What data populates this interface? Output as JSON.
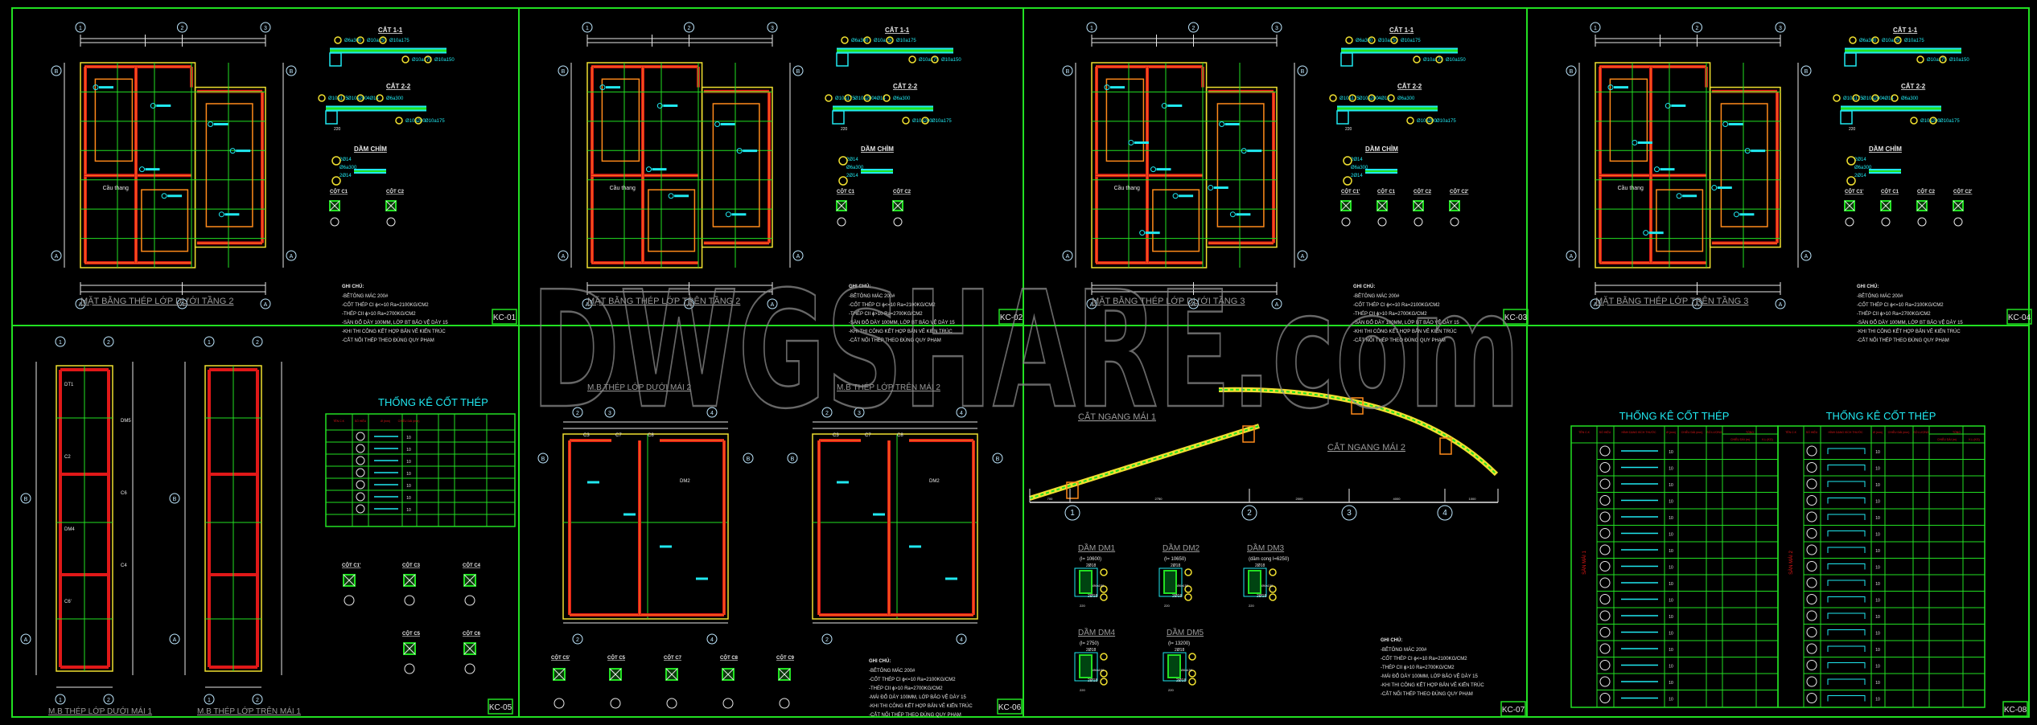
{
  "watermark": "DWGSHARE.com",
  "sheets_top": [
    {
      "code": "KC-01",
      "title": "MẶT BẰNG THÉP LỚP DƯỚI TẦNG 2",
      "columns": [
        "CỘT C1",
        "CỘT C2"
      ]
    },
    {
      "code": "KC-02",
      "title": "MẶT BẰNG THÉP LỚP TRÊN TẦNG 2",
      "columns": [
        "CỘT C1",
        "CỘT C2"
      ]
    },
    {
      "code": "KC-03",
      "title": "MẶT BẰNG THÉP LỚP DƯỚI TẦNG 3",
      "columns": [
        "CỘT C1'",
        "CỘT C1",
        "CỘT C2",
        "CỘT C2'"
      ]
    },
    {
      "code": "KC-04",
      "title": "MẶT BẰNG THÉP LỚP TRÊN TẦNG 3",
      "columns": [
        "CỘT C1'",
        "CỘT C1",
        "CỘT C2",
        "CỘT C2'"
      ]
    }
  ],
  "sections": {
    "cut11": "CẮT 1-1",
    "cut22": "CẮT 2-2",
    "beam": "DẦM CHÌM",
    "cut11_bars": [
      "Ø6a300",
      "Ø10a150",
      "Ø10a175",
      "Ø10a175",
      "Ø10a150"
    ],
    "cut22_bars": [
      "Ø10a175",
      "Ø10a200",
      "4Ø14",
      "Ø6a300",
      "Ø10a200",
      "Ø10a175"
    ],
    "beam_bars": [
      "2Ø14",
      "Ø6a300",
      "2Ø14"
    ],
    "width": "220"
  },
  "stair_label": "Cầu thang",
  "grid": {
    "rows": [
      "A",
      "B"
    ],
    "cols": [
      "1",
      "2",
      "3",
      "4"
    ]
  },
  "notes": {
    "heading": "GHI CHÚ:",
    "lines": [
      "-BÊTÔNG MÁC 200#",
      "-CỐT THÉP CI ϕ<=10 Ra=2100KG/CM2",
      "-THÉP CII ϕ>10 Ra=2700KG/CM2",
      "-SÀN ĐỔ DÀY 100MM, LỚP BT BẢO VỆ DÀY 15",
      "-KHI THI CÔNG KẾT HỢP BẢN VẼ KIẾN TRÚC",
      "-CẮT NỐI THÉP THEO ĐÚNG QUY PHẠM"
    ],
    "roof_line": "-MÁI ĐỔ DÀY 100MM, LỚP BẢO VỆ DÀY 15"
  },
  "kc05": {
    "code": "KC-05",
    "titles": [
      "M.B THÉP LỚP DƯỚI MÁI 1",
      "M.B THÉP LỚP TRÊN MÁI 1"
    ],
    "table_title": "THỐNG KÊ CỐT THÉP",
    "columns": [
      "CỘT C1'",
      "CỘT C3",
      "CỘT C4",
      "CỘT C5",
      "CỘT C6"
    ],
    "plan_labels": [
      "DT1",
      "DM5",
      "C2",
      "C6",
      "DM4",
      "C4",
      "C6'"
    ]
  },
  "kc06": {
    "code": "KC-06",
    "titles": [
      "M.B THÉP LỚP DƯỚI MÁI 2",
      "M.B THÉP LỚP TRÊN MÁI 2"
    ],
    "columns": [
      "CỘT C5'",
      "CỘT C5",
      "CỘT C7",
      "CỘT C8",
      "CỘT C9"
    ],
    "plan_labels": [
      "C3",
      "C7",
      "C8",
      "DM2"
    ]
  },
  "kc07": {
    "code": "KC-07",
    "cut1": "CẮT NGANG MÁI 1",
    "cut2": "CẮT NGANG MÁI 2",
    "axes": [
      "1",
      "2",
      "3",
      "4"
    ],
    "dims": [
      "700",
      "2750",
      "2000",
      "4000",
      "1000"
    ],
    "beams": [
      {
        "name": "DẦM DM1",
        "sub": "(l= 10600)"
      },
      {
        "name": "DẦM DM2",
        "sub": "(l= 10650)"
      },
      {
        "name": "DẦM DM3",
        "sub": "(dầm cong l=6250)"
      },
      {
        "name": "DẦM DM4",
        "sub": "(l= 2750)"
      },
      {
        "name": "DẦM DM5",
        "sub": "(l= 13200)"
      }
    ],
    "beam_bars": [
      "2Ø18",
      "Ø6a150",
      "2Ø18"
    ],
    "beam_width": "220"
  },
  "kc08": {
    "code": "KC-08",
    "table_title": "THỐNG KÊ CỐT THÉP",
    "headers": [
      "TÊN C.K",
      "SỐ HIỆU",
      "HÌNH DẠNG KÍCH THƯỚC",
      "Ø (mm)",
      "CHIỀU DÀI (mm)",
      "SỐ LƯỢNG",
      "TỔNG",
      "CHIỀU DÀI (m)",
      "K.L (KG)"
    ],
    "group_labels": [
      "SÀN MÁI 1",
      "SÀN MÁI 2"
    ],
    "diameter": "10"
  }
}
